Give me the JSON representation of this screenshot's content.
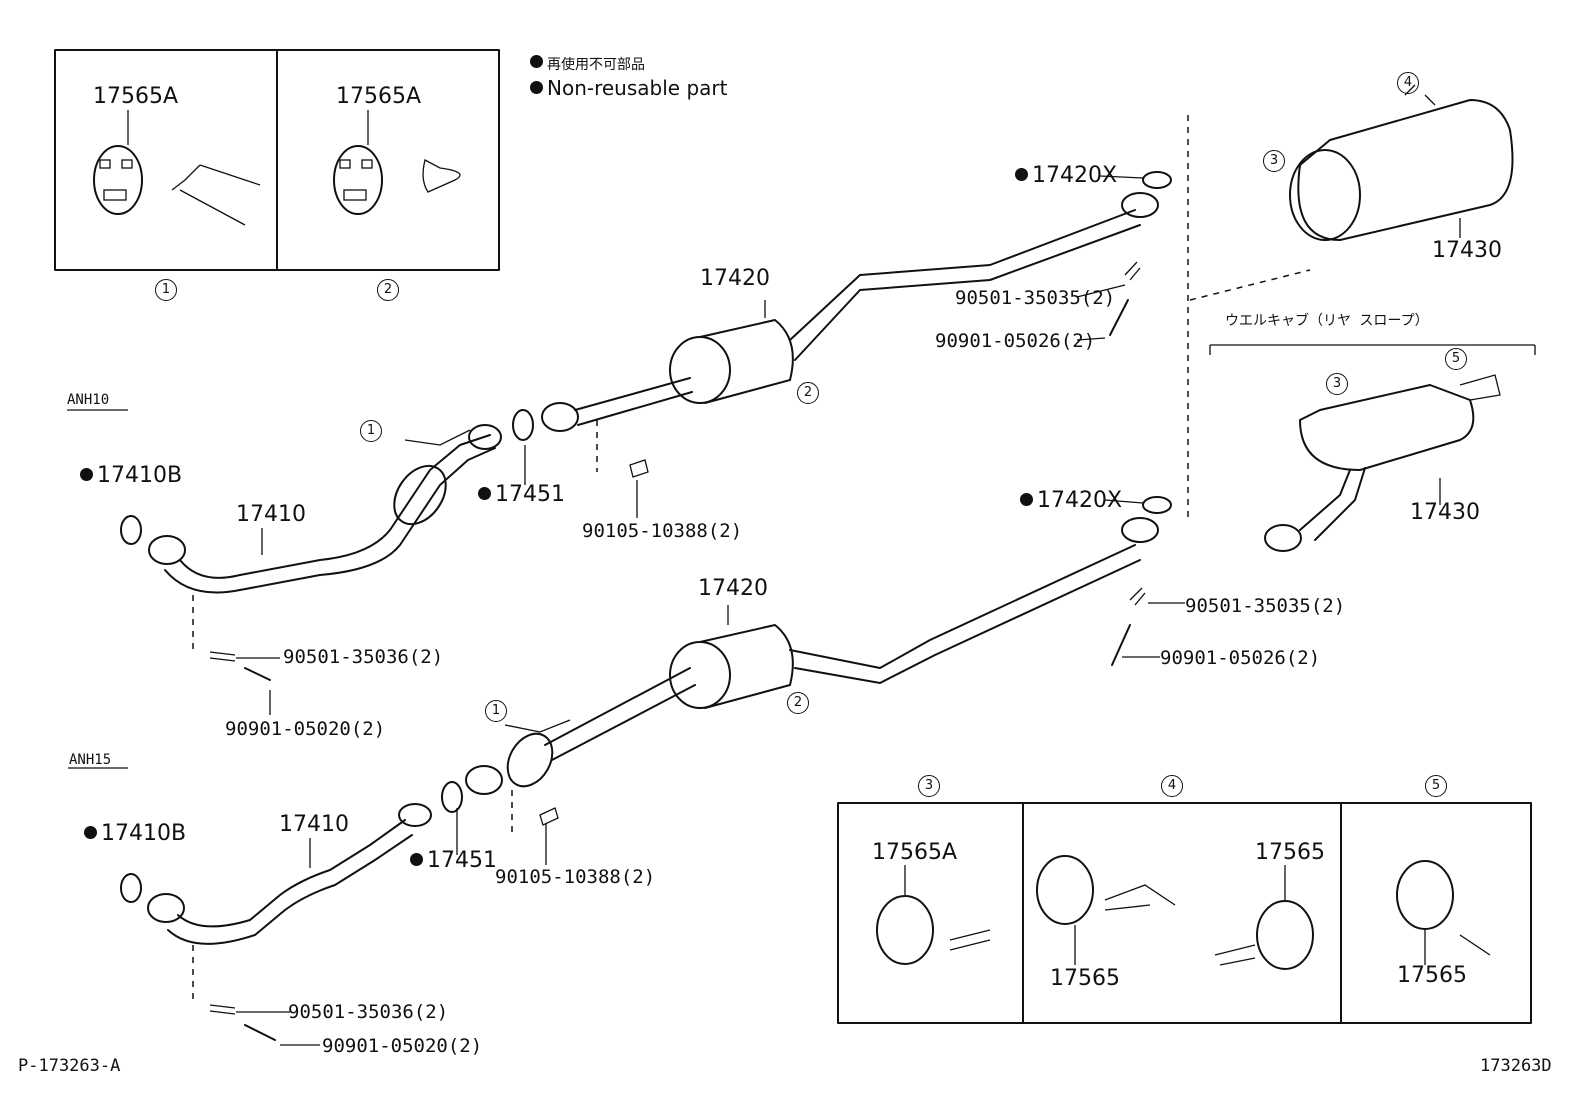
{
  "legend": {
    "jp": "再使用不可部品",
    "en": "Non-reusable part"
  },
  "variants": {
    "anh10": "ANH10",
    "anh15": "ANH15",
    "welcab": "ウエルキャブ（リヤ スロープ）"
  },
  "callouts": {
    "c1": "1",
    "c2": "2",
    "c3": "3",
    "c4": "4",
    "c5": "5"
  },
  "parts": {
    "p17565A": "17565A",
    "p17565": "17565",
    "p17420X": "17420X",
    "p17420": "17420",
    "p17430": "17430",
    "p17410B": "17410B",
    "p17410": "17410",
    "p17451": "17451",
    "s9050135035": "90501-35035(2)",
    "b9090105026": "90901-05026(2)",
    "b9010510388": "90105-10388(2)",
    "s9050135036": "90501-35036(2)",
    "b9090105020": "90901-05020(2)"
  },
  "footer": {
    "left": "P-173263-A",
    "right": "173263D"
  }
}
